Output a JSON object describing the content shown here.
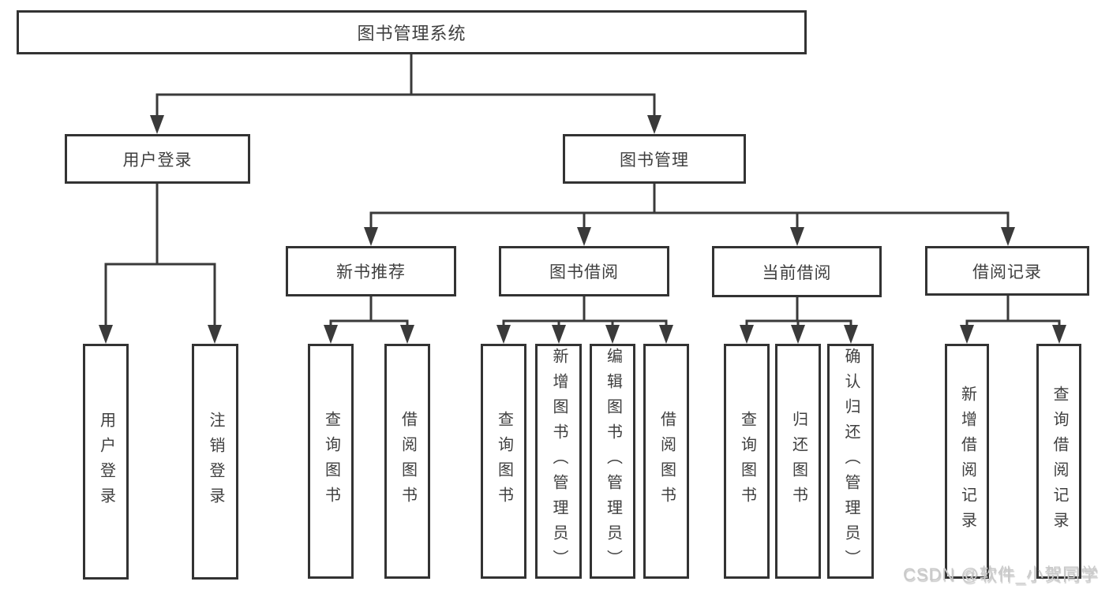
{
  "diagram_type": "functional-structure-tree",
  "tree": {
    "label": "图书管理系统",
    "children": [
      {
        "label": "用户登录",
        "children": [
          {
            "label": "用户登录"
          },
          {
            "label": "注销登录"
          }
        ]
      },
      {
        "label": "图书管理",
        "children": [
          {
            "label": "新书推荐",
            "children": [
              {
                "label": "查询图书"
              },
              {
                "label": "借阅图书"
              }
            ]
          },
          {
            "label": "图书借阅",
            "children": [
              {
                "label": "查询图书"
              },
              {
                "label": "新增图书（管理员）"
              },
              {
                "label": "编辑图书（管理员）"
              },
              {
                "label": "借阅图书"
              }
            ]
          },
          {
            "label": "当前借阅",
            "children": [
              {
                "label": "查询图书"
              },
              {
                "label": "归还图书"
              },
              {
                "label": "确认归还（管理员）"
              }
            ]
          },
          {
            "label": "借阅记录",
            "children": [
              {
                "label": "新增借阅记录"
              },
              {
                "label": "查询借阅记录"
              }
            ]
          }
        ]
      }
    ]
  },
  "watermark": {
    "text": "CSDN @软件_小贺同学"
  },
  "colors": {
    "background": "#ffffff",
    "line": "#3a3a3a",
    "box_border": "#333333",
    "text": "#3f3f3f",
    "watermark_text": "#c9c9c9"
  }
}
